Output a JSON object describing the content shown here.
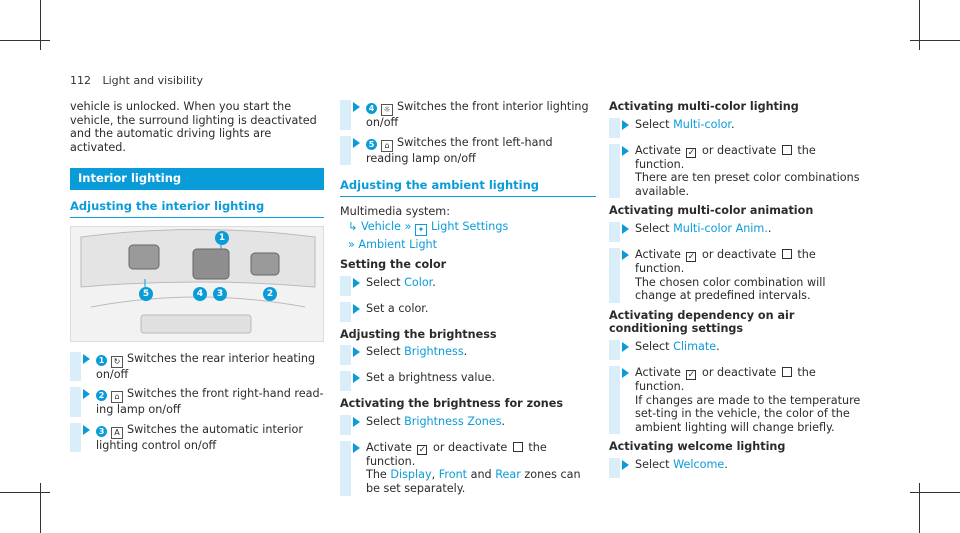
{
  "header": {
    "page": "112",
    "section": "Light and visibility"
  },
  "col1": {
    "intro": "vehicle is unlocked. When you start the vehicle, the surround lighting is deactivated and the automatic driving lights are activated.",
    "section_bar": "Interior lighting",
    "subsection": "Adjusting the interior lighting",
    "figure_labels": [
      "1",
      "2",
      "3",
      "4",
      "5"
    ],
    "steps": [
      {
        "num": "1",
        "text": "Switches the rear interior heating on/off"
      },
      {
        "num": "2",
        "text": "Switches the front right-hand read-ing lamp on/off"
      },
      {
        "num": "3",
        "text": "Switches the automatic interior lighting control on/off"
      }
    ]
  },
  "col2": {
    "steps": [
      {
        "num": "4",
        "text": "Switches the front interior lighting on/off"
      },
      {
        "num": "5",
        "text": "Switches the front left-hand reading lamp on/off"
      }
    ],
    "subsection": "Adjusting the ambient lighting",
    "system_label": "Multimedia system:",
    "path_vehicle": "Vehicle",
    "path_light": "Light Settings",
    "path_ambient": "Ambient Light",
    "setting_color_title": "Setting the color",
    "select_color_pre": "Select",
    "select_color_link": "Color",
    "set_color": "Set a color.",
    "brightness_title": "Adjusting the brightness",
    "select_brightness_link": "Brightness",
    "set_brightness": "Set a brightness value.",
    "zones_title": "Activating the brightness for zones",
    "select_zones_link": "Brightness Zones",
    "activate_pre": "Activate",
    "activate_post": "or deactivate",
    "the_function": "the function.",
    "zones_the": "The",
    "zones_display": "Display",
    "zones_front": "Front",
    "zones_and": "and",
    "zones_rear": "Rear",
    "zones_post": "zones can be set separately."
  },
  "col3": {
    "multicolor_title": "Activating multi-color lighting",
    "select_multicolor_link": "Multi-color",
    "multicolor_note": "There are ten preset color combinations available.",
    "animation_title": "Activating multi-color animation",
    "select_anim_link": "Multi-color Anim.",
    "anim_note": "The chosen color combination will change at predefined intervals.",
    "climate_title": "Activating dependency on air conditioning settings",
    "select_climate_link": "Climate",
    "climate_note": "If changes are made to the temperature set-ting in the vehicle, the color of the ambient lighting will change briefly.",
    "welcome_title": "Activating welcome lighting",
    "select_welcome_link": "Welcome"
  }
}
